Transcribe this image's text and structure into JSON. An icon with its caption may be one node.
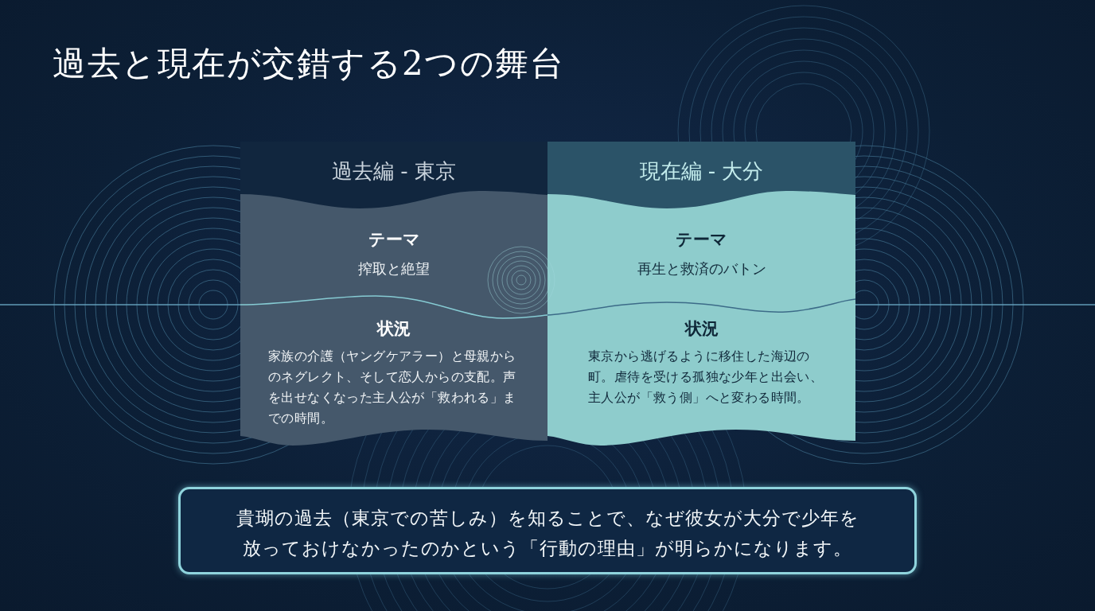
{
  "diagram": {
    "title": "過去と現在が交錯する2つの舞台",
    "nodes": [
      {
        "text": [
          "過去編 - 東京",
          "テーマ",
          "搾取と絶望",
          "状況",
          "家族の介護（ヤングケアラー）と母親からのネグレクト、そして恋人からの支配。声を出せなくなった主人公が「救われる」までの時間。"
        ]
      },
      {
        "text": [
          "現在編 - 大分",
          "テーマ",
          "再生と救済のバトン",
          "状況",
          "東京から逃げるように移住した海辺の町。虐待を受ける孤独な少年と出会い、主人公が「救う側」へと変わる時間。"
        ]
      },
      {
        "text": [
          "貴瑚の過去（東京での苦しみ）を知ることで、なぜ彼女が大分で少年を放っておけなかったのかという「行動の理由」が明らかになります。"
        ]
      }
    ]
  }
}
